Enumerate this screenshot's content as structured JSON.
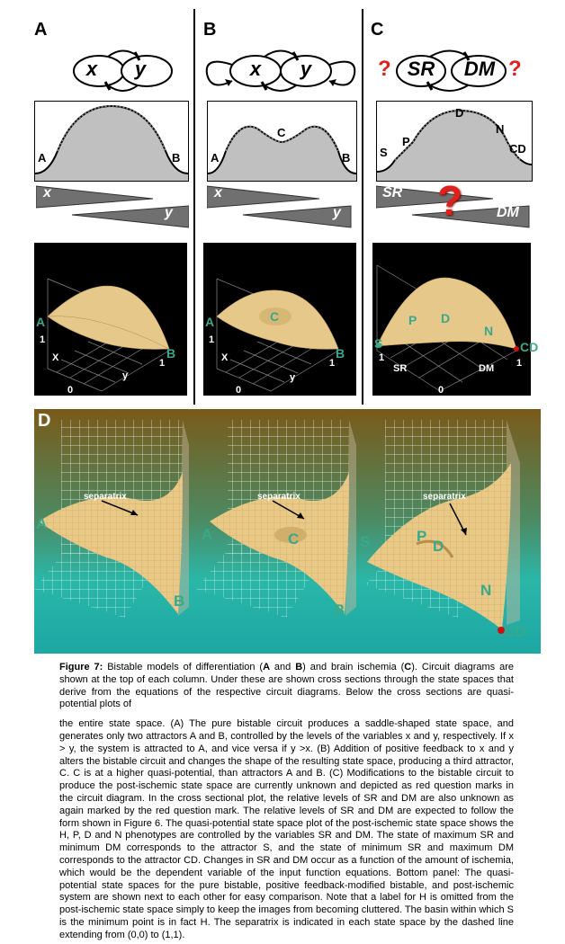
{
  "panels": {
    "A": {
      "letter": "A",
      "nodes": [
        "x",
        "y"
      ],
      "cross_section_labels": [
        "A",
        "B"
      ],
      "wedge_labels": [
        "x",
        "y"
      ],
      "plot_labels": {
        "attr1": "A",
        "attr2": "B",
        "axis_x": "X",
        "axis_y": "y",
        "tick0": "0",
        "tick1a": "1",
        "tick1b": "1"
      }
    },
    "B": {
      "letter": "B",
      "nodes": [
        "x",
        "y"
      ],
      "cross_section_labels": [
        "A",
        "C",
        "B"
      ],
      "wedge_labels": [
        "x",
        "y"
      ],
      "plot_labels": {
        "attr1": "A",
        "attr2": "B",
        "attr3": "C",
        "axis_x": "X",
        "axis_y": "y",
        "tick0": "0",
        "tick1a": "1",
        "tick1b": "1"
      }
    },
    "C": {
      "letter": "C",
      "nodes": [
        "SR",
        "DM"
      ],
      "qmark": "?",
      "cross_section_labels": [
        "S",
        "P",
        "D",
        "N",
        "CD"
      ],
      "wedge_labels": [
        "SR",
        "DM"
      ],
      "plot_labels": {
        "s": "S",
        "p": "P",
        "d": "D",
        "n": "N",
        "cd": "CD",
        "axis_sr": "SR",
        "axis_dm": "DM",
        "tick0": "0",
        "tick1a": "1",
        "tick1b": "1"
      }
    },
    "D": {
      "letter": "D",
      "separatrix": "separatrix",
      "labels_1": [
        "A",
        "B"
      ],
      "labels_2": [
        "A",
        "C",
        "B"
      ],
      "labels_3": [
        "S",
        "P",
        "D",
        "N",
        "CD"
      ]
    }
  },
  "caption": {
    "title": "Figure 7:",
    "title_text": " Bistable models of differentiation (",
    "a": "A",
    "and": " and ",
    "b": "B",
    "mid": ") and brain ischemia (",
    "c": "C",
    "end": "). Circuit diagrams are shown at the top of each column. Under these are shown cross sections through the state spaces that derive from the equations of the respective circuit diagrams. Below the cross sections are quasi-potential plots of",
    "body": "the entire state space. (A) The pure bistable circuit produces a saddle-shaped state space, and generates only two attractors A and B, controlled by the levels of the variables x and y, respectively. If x > y, the system is attracted to A, and vice versa if y >x. (B) Addition of positive feedback to x and y alters the bistable circuit and changes the shape of the resulting state space, producing a third attractor, C. C is at a higher quasi-potential, than attractors A and B. (C) Modifications to the bistable circuit to produce the post-ischemic state space are currently unknown and depicted as red question marks in the circuit diagram. In the cross sectional plot, the relative levels of SR and DM are also unknown as again marked by the red question mark. The relative levels of SR and DM are expected to follow the form shown in Figure 6. The quasi-potential state space plot of the post-ischemic state space shows the H, P, D and N phenotypes are controlled by the variables SR and DM. The state of maximum SR and minimum DM corresponds to the attractor S, and the state of minimum SR and maximum DM corresponds to the attractor CD. Changes in SR and DM occur as a function of the amount of ischemia, which would be the dependent variable of the input function equations. Bottom panel: The quasi-potential state spaces for the pure bistable, positive feedback-modified bistable, and post-ischemic system are shown next to each other for easy comparison. Note that a label for H is omitted from the post-ischemic state space simply to keep the images from becoming cluttered. The basin within which S is the minimum point is in fact H. The separatrix is indicated in each state space by the dashed line extending from (0,0) to (1,1)."
  }
}
